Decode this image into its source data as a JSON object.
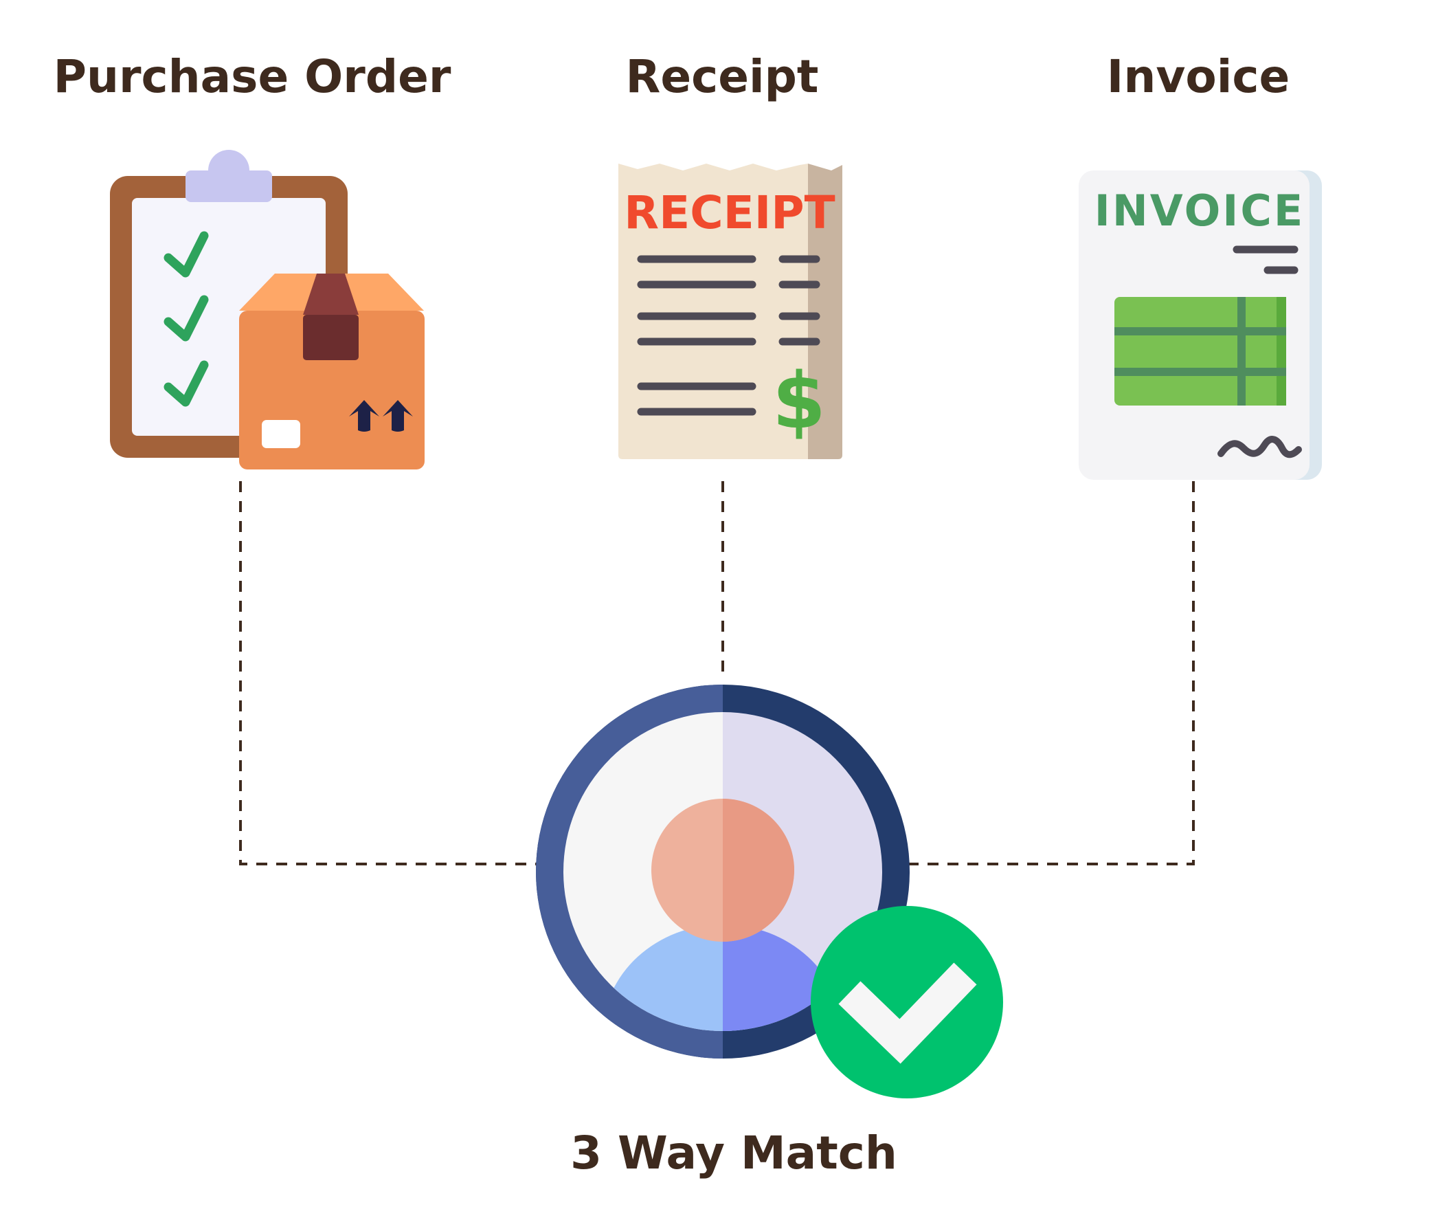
{
  "columns": {
    "purchase_order": {
      "label": "Purchase Order",
      "icon": "clipboard-box-icon"
    },
    "receipt": {
      "label": "Receipt",
      "icon": "receipt-icon",
      "icon_text": "RECEIPT",
      "currency": "$"
    },
    "invoice": {
      "label": "Invoice",
      "icon": "invoice-icon",
      "icon_text": "INVOICE"
    }
  },
  "center": {
    "label": "3 Way Match",
    "icon": "user-check-icon"
  },
  "colors": {
    "text": "#3e2a1e",
    "connector": "#3e2a1e",
    "check_green": "#00c26e",
    "receipt_red": "#f04a2d",
    "invoice_green": "#4a9a65"
  }
}
